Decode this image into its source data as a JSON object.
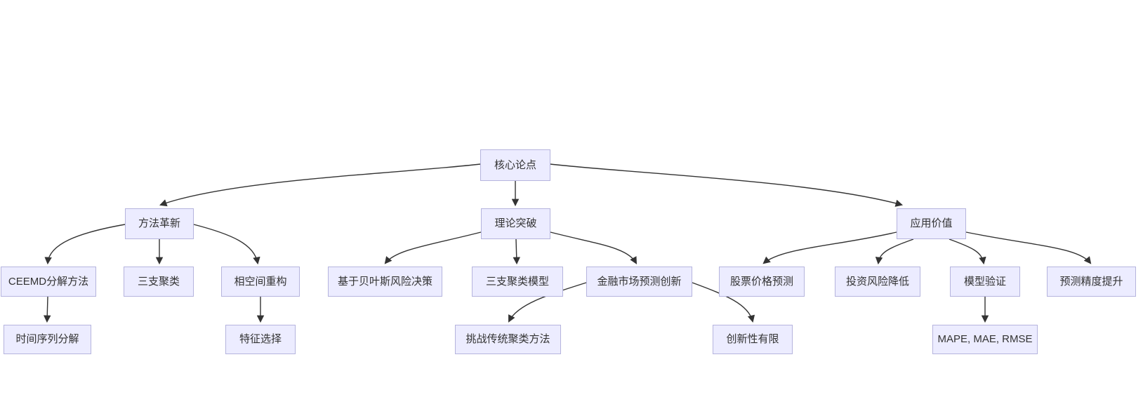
{
  "diagram": {
    "type": "flowchart-top-down",
    "colors": {
      "background": "#ffffff",
      "node_fill": "#ECECFF",
      "node_border": "#b5b4dd",
      "edge_line": "#333333",
      "node_text": "#333333"
    },
    "nodes": {
      "core": {
        "label": "核心论点"
      },
      "method": {
        "label": "方法革新"
      },
      "theory": {
        "label": "理论突破"
      },
      "application": {
        "label": "应用价值"
      },
      "ceemd": {
        "label": "CEEMD分解方法"
      },
      "three_way": {
        "label": "三支聚类"
      },
      "phase_space": {
        "label": "相空间重构"
      },
      "bayes": {
        "label": "基于贝叶斯风险决策"
      },
      "twc_model": {
        "label": "三支聚类模型"
      },
      "fin_innovation": {
        "label": "金融市场预测创新"
      },
      "stock": {
        "label": "股票价格预测"
      },
      "risk": {
        "label": "投资风险降低"
      },
      "validation": {
        "label": "模型验证"
      },
      "precision": {
        "label": "预测精度提升"
      },
      "decomposition": {
        "label": "时间序列分解"
      },
      "feature": {
        "label": "特征选择"
      },
      "challenge": {
        "label": "挑战传统聚类方法"
      },
      "limited": {
        "label": "创新性有限"
      },
      "metrics": {
        "label": "MAPE, MAE, RMSE"
      }
    },
    "edges": [
      [
        "core",
        "method"
      ],
      [
        "core",
        "theory"
      ],
      [
        "core",
        "application"
      ],
      [
        "method",
        "ceemd"
      ],
      [
        "method",
        "three_way"
      ],
      [
        "method",
        "phase_space"
      ],
      [
        "theory",
        "bayes"
      ],
      [
        "theory",
        "twc_model"
      ],
      [
        "theory",
        "fin_innovation"
      ],
      [
        "application",
        "stock"
      ],
      [
        "application",
        "risk"
      ],
      [
        "application",
        "validation"
      ],
      [
        "application",
        "precision"
      ],
      [
        "ceemd",
        "decomposition"
      ],
      [
        "phase_space",
        "feature"
      ],
      [
        "fin_innovation",
        "challenge"
      ],
      [
        "fin_innovation",
        "limited"
      ],
      [
        "validation",
        "metrics"
      ]
    ]
  }
}
